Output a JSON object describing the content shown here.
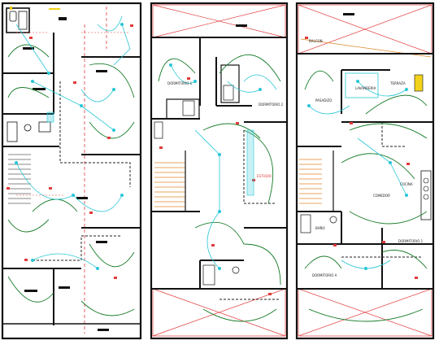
{
  "sheets": [
    {
      "id": "left"
    },
    {
      "id": "middle"
    },
    {
      "id": "right"
    }
  ],
  "room_labels": {
    "dormitorio_1": "DORMITORIO 1",
    "dormitorio_2": "DORMITORIO 2",
    "dormitorio_a": "DORMITORIO A",
    "balcon": "BALCON",
    "pasadizo": "PASADIZO",
    "lavanderia": "LAVANDERIA",
    "terraza": "TERRAZA",
    "cocina": "COCINA",
    "comedor": "COMEDOR",
    "bano": "BAÑO",
    "estudio": "ESTUDIO"
  },
  "colors": {
    "wall": "#111111",
    "circuit": "#1a7d2b",
    "fixture": "#28c6d6",
    "socket": "#e23a3a",
    "dashed": "#e23a3a",
    "cut": "#1b1b1b",
    "accent": "#f2d21b"
  }
}
